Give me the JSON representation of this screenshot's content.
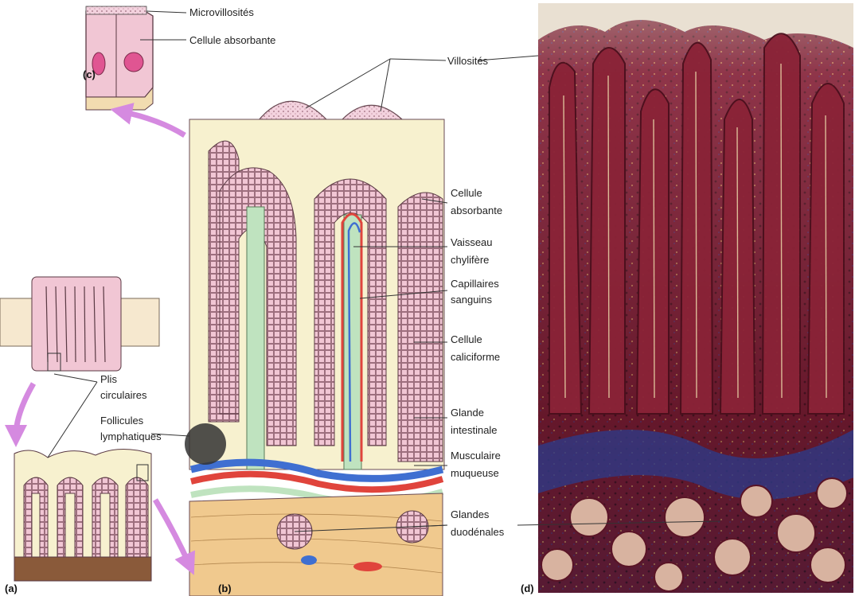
{
  "colors": {
    "tissue_pink": "#f1c6d4",
    "tissue_outline": "#7a4a5a",
    "lumen_cream": "#f7f1cf",
    "lacteal_green": "#bfe3bf",
    "artery_red": "#e0443c",
    "vein_blue": "#3f6fd1",
    "submucosa_tan": "#f0c98e",
    "arrow_pink": "#d58ae0",
    "photo_wine": "#7d1f34",
    "photo_blue": "#3c3f8c"
  },
  "panels": {
    "a": "(a)",
    "b": "(b)",
    "c": "(c)",
    "d": "(d)"
  },
  "labels": {
    "microvillosites": "Microvillosités",
    "cellule_absorbante_c": "Cellule absorbante",
    "villosites": "Villosités",
    "cellule_absorbante_b_1": "Cellule",
    "cellule_absorbante_b_2": "absorbante",
    "vaisseau_1": "Vaisseau",
    "vaisseau_2": "chylifère",
    "capillaires_1": "Capillaires",
    "capillaires_2": "sanguins",
    "caliciforme_1": "Cellule",
    "caliciforme_2": "caliciforme",
    "glande_1": "Glande",
    "glande_2": "intestinale",
    "musculaire_1": "Musculaire",
    "musculaire_2": "muqueuse",
    "duodenales_1": "Glandes",
    "duodenales_2": "duodénales",
    "plis_1": "Plis",
    "plis_2": "circulaires",
    "follicules_1": "Follicules",
    "follicules_2": "lymphatiques"
  }
}
